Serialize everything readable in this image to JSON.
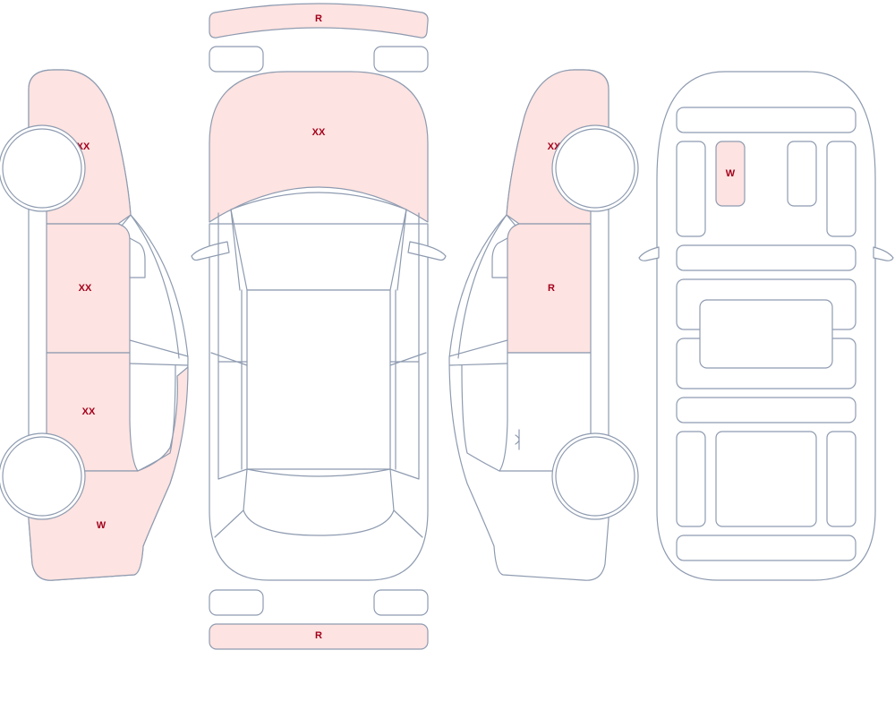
{
  "colors": {
    "damage_fill": "#fde3e1",
    "label_text": "#a3001b",
    "outline": "#8e9bb0",
    "background": "#ffffff"
  },
  "labels": {
    "front_bumper": "R",
    "rear_bumper": "R",
    "hood": "XX",
    "left_front_fender": "XX",
    "left_front_door": "XX",
    "left_rear_door": "XX",
    "left_quarter_panel": "W",
    "right_front_fender": "XX",
    "right_front_door": "R",
    "interior_seat": "W"
  }
}
